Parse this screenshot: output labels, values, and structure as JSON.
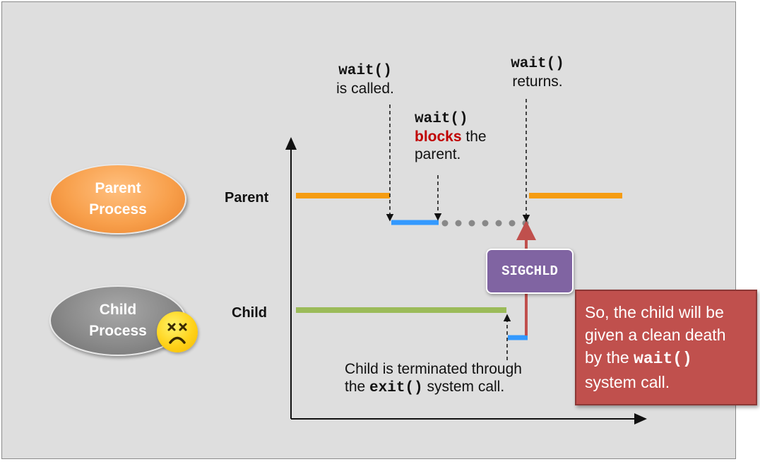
{
  "processes": {
    "parent_oval_line1": "Parent",
    "parent_oval_line2": "Process",
    "child_oval_line1": "Child",
    "child_oval_line2": "Process"
  },
  "timeline": {
    "parent_label": "Parent",
    "child_label": "Child"
  },
  "annotations": {
    "wait_called_code": "wait()",
    "wait_called_text": "is called.",
    "wait_blocks_code": "wait()",
    "wait_blocks_word": "blocks",
    "wait_blocks_rest1": " the",
    "wait_blocks_rest2": "parent.",
    "wait_returns_code": "wait()",
    "wait_returns_text": "returns.",
    "child_term_line1": "Child is terminated through",
    "child_term_prefix": "the ",
    "child_term_code": "exit()",
    "child_term_suffix": " system call."
  },
  "signal": {
    "label": "SIGCHLD"
  },
  "note": {
    "line1": "So, the child will be",
    "line2": "given a clean death",
    "line3_prefix": "by the ",
    "line3_code": "wait()",
    "line4": "system call."
  },
  "colors": {
    "parent_line": "#f59c12",
    "child_line": "#9bbb59",
    "blocked_line": "#3399ff",
    "signal_arrow": "#c0504d",
    "signal_box": "#8064a2",
    "note_box": "#c0504d",
    "blocks_word": "#c00000"
  },
  "icons": {
    "child_face": "dizzy-face-icon"
  }
}
